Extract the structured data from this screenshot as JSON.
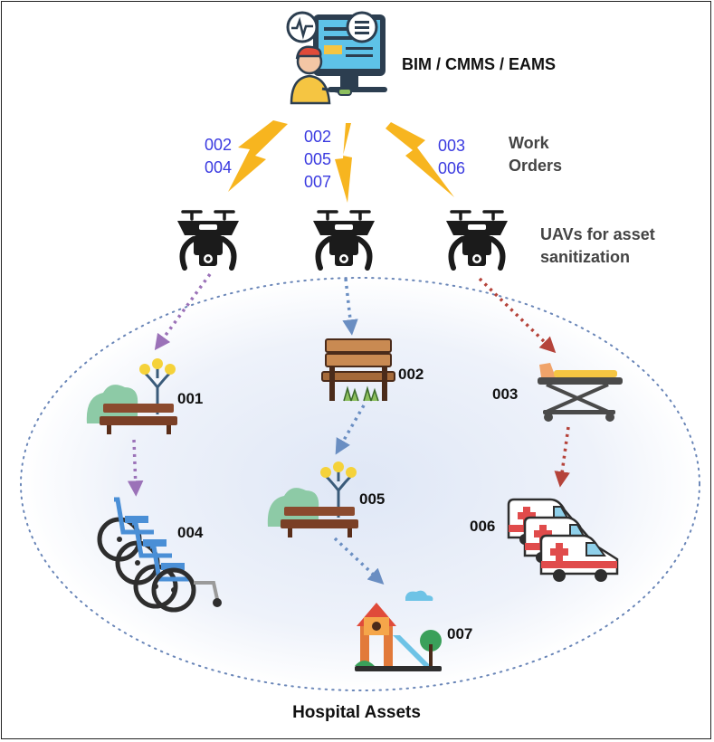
{
  "system": {
    "label": "BIM / CMMS / EAMS"
  },
  "work_orders": {
    "title_line1": "Work",
    "title_line2": "Orders",
    "left": [
      "002",
      "004"
    ],
    "middle": [
      "002",
      "005",
      "007"
    ],
    "right": [
      "003",
      "006"
    ]
  },
  "uavs": {
    "label_line1": "UAVs for asset",
    "label_line2": "sanitization"
  },
  "assets": {
    "title": "Hospital Assets",
    "items": [
      {
        "id": "001",
        "icon": "park-bench-lamp-icon"
      },
      {
        "id": "002",
        "icon": "bench-icon"
      },
      {
        "id": "003",
        "icon": "stretcher-icon"
      },
      {
        "id": "004",
        "icon": "wheelchairs-icon"
      },
      {
        "id": "005",
        "icon": "park-bench-lamp-icon"
      },
      {
        "id": "006",
        "icon": "ambulances-icon"
      },
      {
        "id": "007",
        "icon": "playground-icon"
      }
    ]
  },
  "colors": {
    "lightning": "#f7b51f",
    "wo_text": "#3a3ae0",
    "path_left": "#9b72b8",
    "path_middle": "#6a8ec2",
    "path_right": "#b5433a",
    "ellipse_fill": "#e8eef9",
    "ellipse_border": "#6a86b8"
  }
}
